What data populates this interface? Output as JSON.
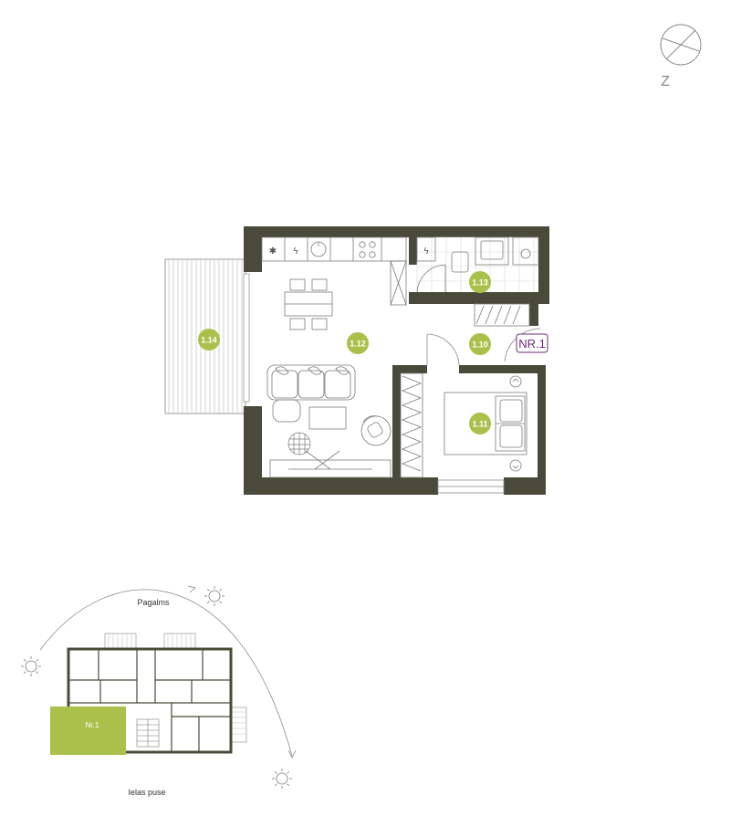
{
  "compass": {
    "label": "Z"
  },
  "plan": {
    "unit_badge": "NR.1",
    "rooms": [
      {
        "id": "room-1-14",
        "label": "1.14"
      },
      {
        "id": "room-1-12",
        "label": "1.12"
      },
      {
        "id": "room-1-13",
        "label": "1.13"
      },
      {
        "id": "room-1-10",
        "label": "1.10"
      },
      {
        "id": "room-1-11",
        "label": "1.11"
      }
    ]
  },
  "keyplan": {
    "sun_path_label": "Pagalms",
    "street_label": "Ielas puse",
    "unit_label": "Nr.1"
  },
  "colors": {
    "wall": "#4a4a3a",
    "accent_green": "#a9c14a",
    "badge_purple": "#6a2c7a",
    "line_gray": "#888888"
  }
}
